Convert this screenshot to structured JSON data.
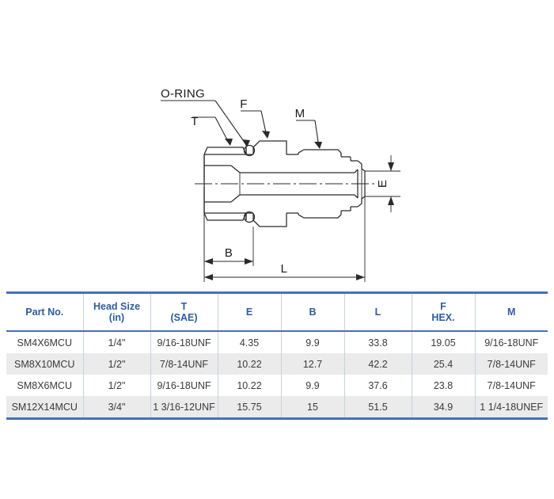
{
  "drawing": {
    "title_labels": {
      "oring": "O-RING",
      "t": "T",
      "f": "F",
      "m": "M",
      "e": "E",
      "b": "B",
      "l": "L"
    }
  },
  "table": {
    "columns": [
      {
        "line1": "Part No.",
        "line2": ""
      },
      {
        "line1": "Head Size",
        "line2": "(in)"
      },
      {
        "line1": "T",
        "line2": "(SAE)"
      },
      {
        "line1": "E",
        "line2": ""
      },
      {
        "line1": "B",
        "line2": ""
      },
      {
        "line1": "L",
        "line2": ""
      },
      {
        "line1": "F",
        "line2": "HEX."
      },
      {
        "line1": "M",
        "line2": ""
      }
    ],
    "rows": [
      {
        "part_no": "SM4X6MCU",
        "head_size": "1/4\"",
        "t_sae": "9/16-18UNF",
        "e": "4.35",
        "b": "9.9",
        "l": "33.8",
        "f_hex": "19.05",
        "m": "9/16-18UNF"
      },
      {
        "part_no": "SM8X10MCU",
        "head_size": "1/2\"",
        "t_sae": "7/8-14UNF",
        "e": "10.22",
        "b": "12.7",
        "l": "42.2",
        "f_hex": "25.4",
        "m": "7/8-14UNF"
      },
      {
        "part_no": "SM8X6MCU",
        "head_size": "1/2\"",
        "t_sae": "9/16-18UNF",
        "e": "10.22",
        "b": "9.9",
        "l": "37.6",
        "f_hex": "23.8",
        "m": "7/8-14UNF"
      },
      {
        "part_no": "SM12X14MCU",
        "head_size": "3/4\"",
        "t_sae": "1 3/16-12UNF",
        "e": "15.75",
        "b": "15",
        "l": "51.5",
        "f_hex": "34.9",
        "m": "1 1/4-18UNEF"
      }
    ]
  },
  "colors": {
    "header_text": "#2f5c9e",
    "rule": "#4472b8",
    "cell_divider": "#c8d2e0",
    "row_alt_bg": "#ebebeb",
    "body_text": "#3a3a3a",
    "drawing_line": "#2a2a2a"
  }
}
